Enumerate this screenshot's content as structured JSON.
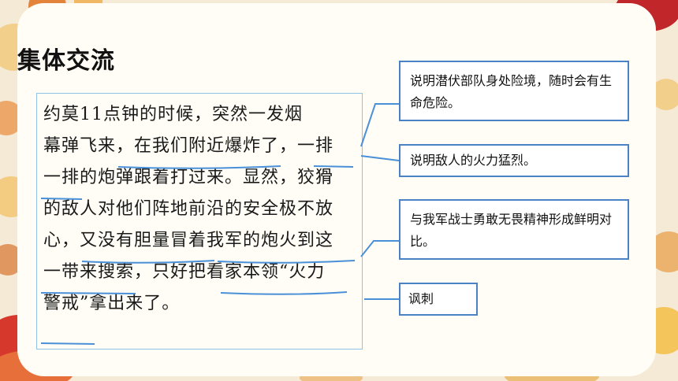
{
  "page_title": "集体交流",
  "passage": {
    "lines": [
      "    约莫11点钟的时候，突然一发烟",
      "幕弹飞来，在我们附近爆炸了，一排",
      "一排的炮弹跟着打过来。显然，狡猾",
      "的敌人对他们阵地前沿的安全极不放",
      "心，又没有胆量冒着我军的炮火到这",
      "一带来搜索，只好把看家本领“火力",
      "警戒”拿出来了。"
    ]
  },
  "notes": [
    {
      "text": "    说明潜伏部队身处险境，随时会有生命危险。"
    },
    {
      "text": "    说明敌人的火力猛烈。"
    },
    {
      "text": "    与我军战士勇敢无畏精神形成鲜明对比。"
    },
    {
      "text": "    讽刺"
    }
  ],
  "colors": {
    "underline": "#4a90d9",
    "note_border": "#4a82c6",
    "passage_border": "#8ec3e6",
    "accent_red": "#c0262a"
  }
}
